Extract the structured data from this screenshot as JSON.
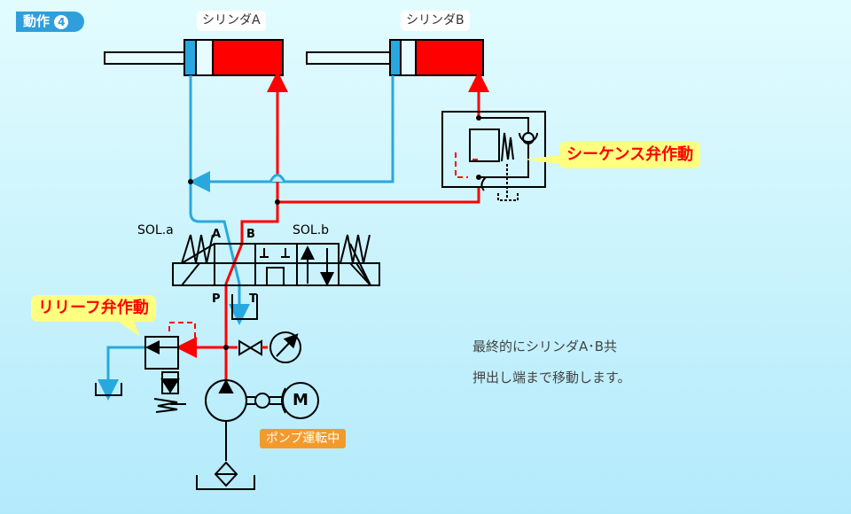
{
  "title": {
    "label": "動作",
    "step": "4"
  },
  "cylinders": [
    {
      "label": "シリンダA"
    },
    {
      "label": "シリンダB"
    }
  ],
  "valve": {
    "sol_a": "SOL.a",
    "sol_b": "SOL.b",
    "port_a": "A",
    "port_b": "B",
    "port_p": "P",
    "port_t": "T"
  },
  "callouts": {
    "sequence": "シーケンス弁作動",
    "relief": "リリーフ弁作動"
  },
  "pump": {
    "status": "ポンプ運転中",
    "motor": "M"
  },
  "note": {
    "line1": "最終的にシリンダA･B共",
    "line2": "押出し端まで移動します。"
  },
  "colors": {
    "pressure": "#ff0000",
    "return": "#29a8e0",
    "callout": "#ffff80",
    "badge": "#2e9fdc",
    "pump_label": "#f39a2c"
  }
}
